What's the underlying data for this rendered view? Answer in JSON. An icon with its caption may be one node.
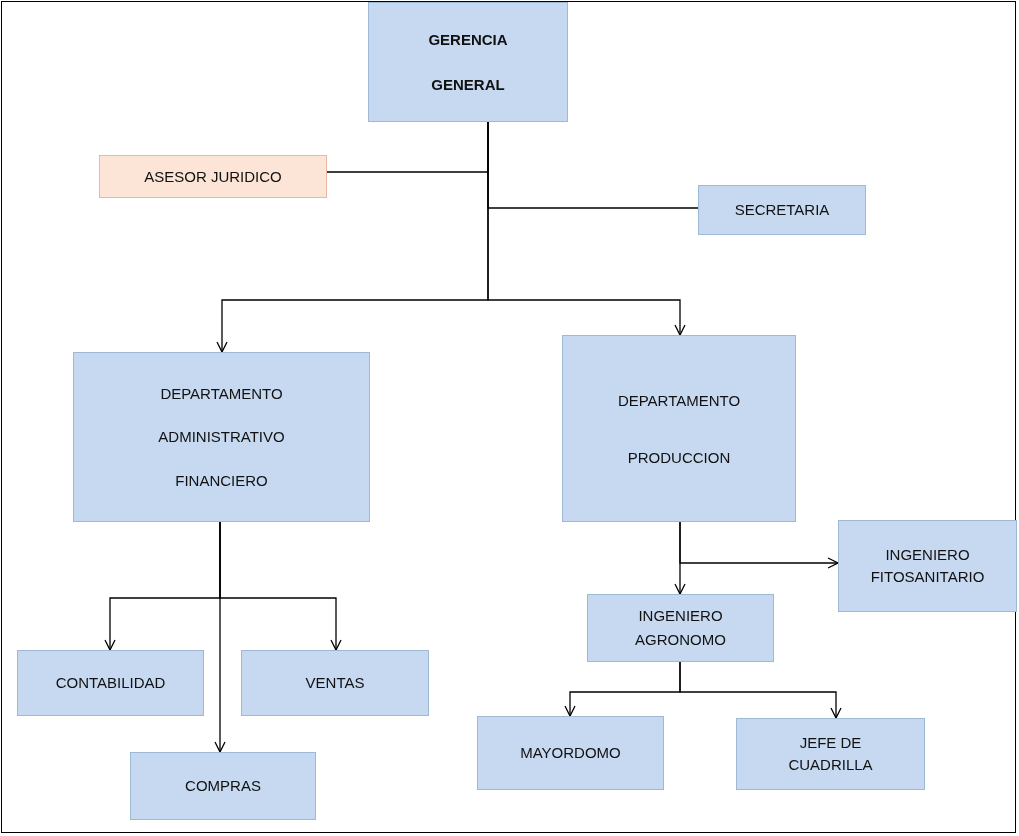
{
  "diagram": {
    "nodes": [
      {
        "text": [
          "GERENCIA GENERAL"
        ]
      },
      {
        "text": [
          "ASESOR JURIDICO"
        ]
      },
      {
        "text": [
          "SECRETARIA"
        ]
      },
      {
        "text": [
          "DEPARTAMENTO ADMINISTRATIVO FINANCIERO"
        ]
      },
      {
        "text": [
          "DEPARTAMENTO PRODUCCION"
        ]
      },
      {
        "text": [
          "INGENIERO FITOSANITARIO"
        ]
      },
      {
        "text": [
          "INGENIERO AGRONOMO"
        ]
      },
      {
        "text": [
          "CONTABILIDAD"
        ]
      },
      {
        "text": [
          "VENTAS"
        ]
      },
      {
        "text": [
          "COMPRAS"
        ]
      },
      {
        "text": [
          "MAYORDOMO"
        ]
      },
      {
        "text": [
          "JEFE DE CUADRILLA"
        ]
      }
    ],
    "edges": [
      {
        "from": 0,
        "to": 1,
        "arrow": "none"
      },
      {
        "from": 0,
        "to": 2,
        "arrow": "none"
      },
      {
        "from": 0,
        "to": 3,
        "arrow": "to"
      },
      {
        "from": 0,
        "to": 4,
        "arrow": "to"
      },
      {
        "from": 3,
        "to": 7,
        "arrow": "to"
      },
      {
        "from": 3,
        "to": 8,
        "arrow": "to"
      },
      {
        "from": 3,
        "to": 9,
        "arrow": "to"
      },
      {
        "from": 4,
        "to": 5,
        "arrow": "to"
      },
      {
        "from": 4,
        "to": 6,
        "arrow": "to"
      },
      {
        "from": 6,
        "to": 10,
        "arrow": "to"
      },
      {
        "from": 6,
        "to": 11,
        "arrow": "to"
      }
    ]
  }
}
